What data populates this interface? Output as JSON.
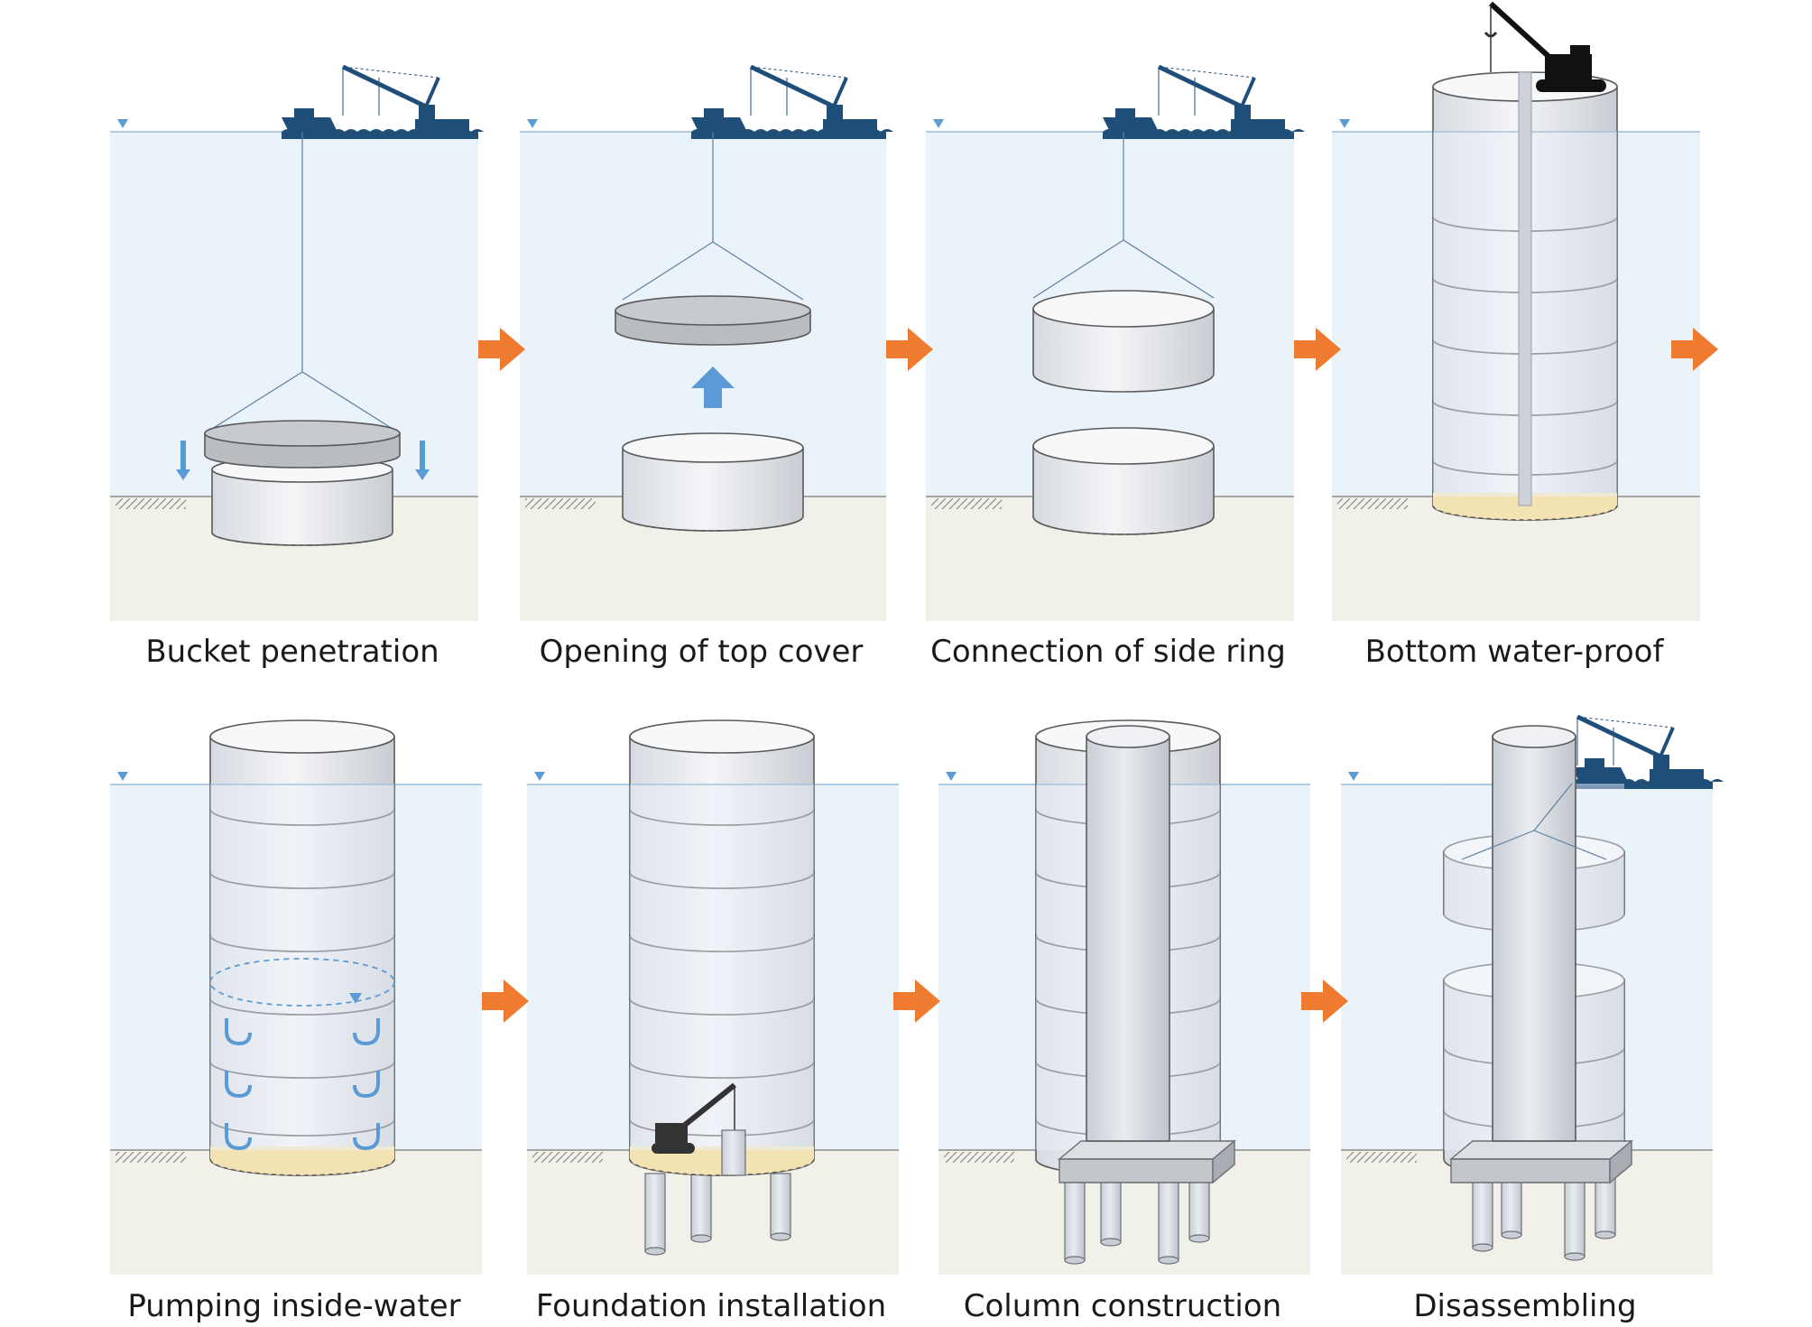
{
  "colors": {
    "water": "#eaf2fa",
    "water_line": "#9cbcd8",
    "seabed": "#f1f1ea",
    "seabed_line": "#8c8c8c",
    "bucket_fill": "#e9ebef",
    "bucket_stroke": "#5a5a5a",
    "cover_fill": "#b9bcc0",
    "sealant": "#f3e3b2",
    "arrow_orange": "#ee7b2f",
    "arrow_blue": "#5b9bd5",
    "vessel": "#1f4e79"
  },
  "steps": [
    {
      "label": "Bucket penetration"
    },
    {
      "label": "Opening of top cover"
    },
    {
      "label": "Connection of side ring"
    },
    {
      "label": "Bottom water-proof"
    },
    {
      "label": "Pumping inside-water"
    },
    {
      "label": "Foundation installation"
    },
    {
      "label": "Column construction"
    },
    {
      "label": "Disassembling"
    }
  ]
}
